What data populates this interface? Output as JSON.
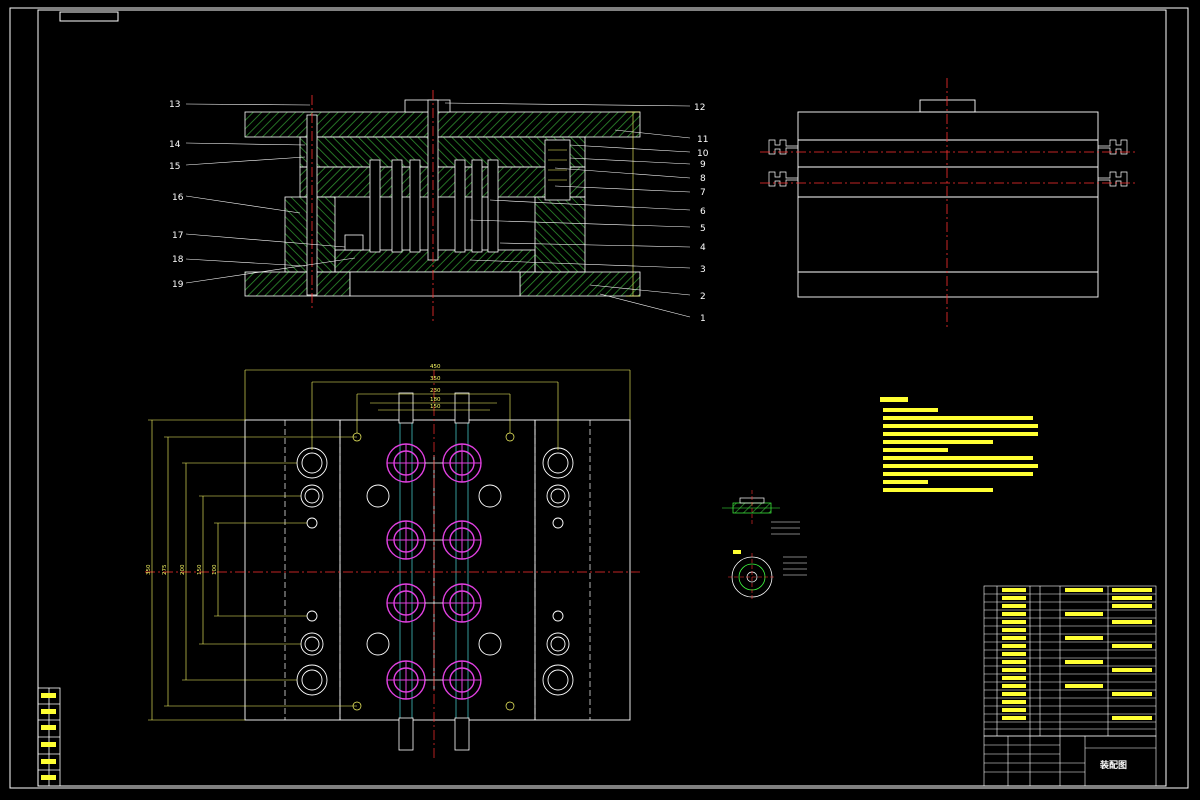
{
  "colors": {
    "background": "#000000",
    "frame": "#ffffff",
    "hatch": "#2f8f2f",
    "outline": "#ffffff",
    "centerline": "#ff3030",
    "dimension": "#ffff66",
    "cavity": "#e040e0",
    "cyan": "#40c0c0",
    "notes": "#ffff33",
    "leader": "#ffffff"
  },
  "section_view": {
    "left_callouts": [
      "13",
      "14",
      "15",
      "16",
      "17",
      "18",
      "19"
    ],
    "right_callouts": [
      "12",
      "11",
      "10",
      "9",
      "8",
      "7",
      "6",
      "5",
      "4",
      "3",
      "2",
      "1"
    ]
  },
  "plan_view": {
    "top_dimensions": [
      "450",
      "350",
      "230",
      "180",
      "150"
    ],
    "left_dimensions": [
      "350",
      "275",
      "200",
      "150",
      "100"
    ]
  },
  "title_block": {
    "drawing_name": "装配图"
  }
}
